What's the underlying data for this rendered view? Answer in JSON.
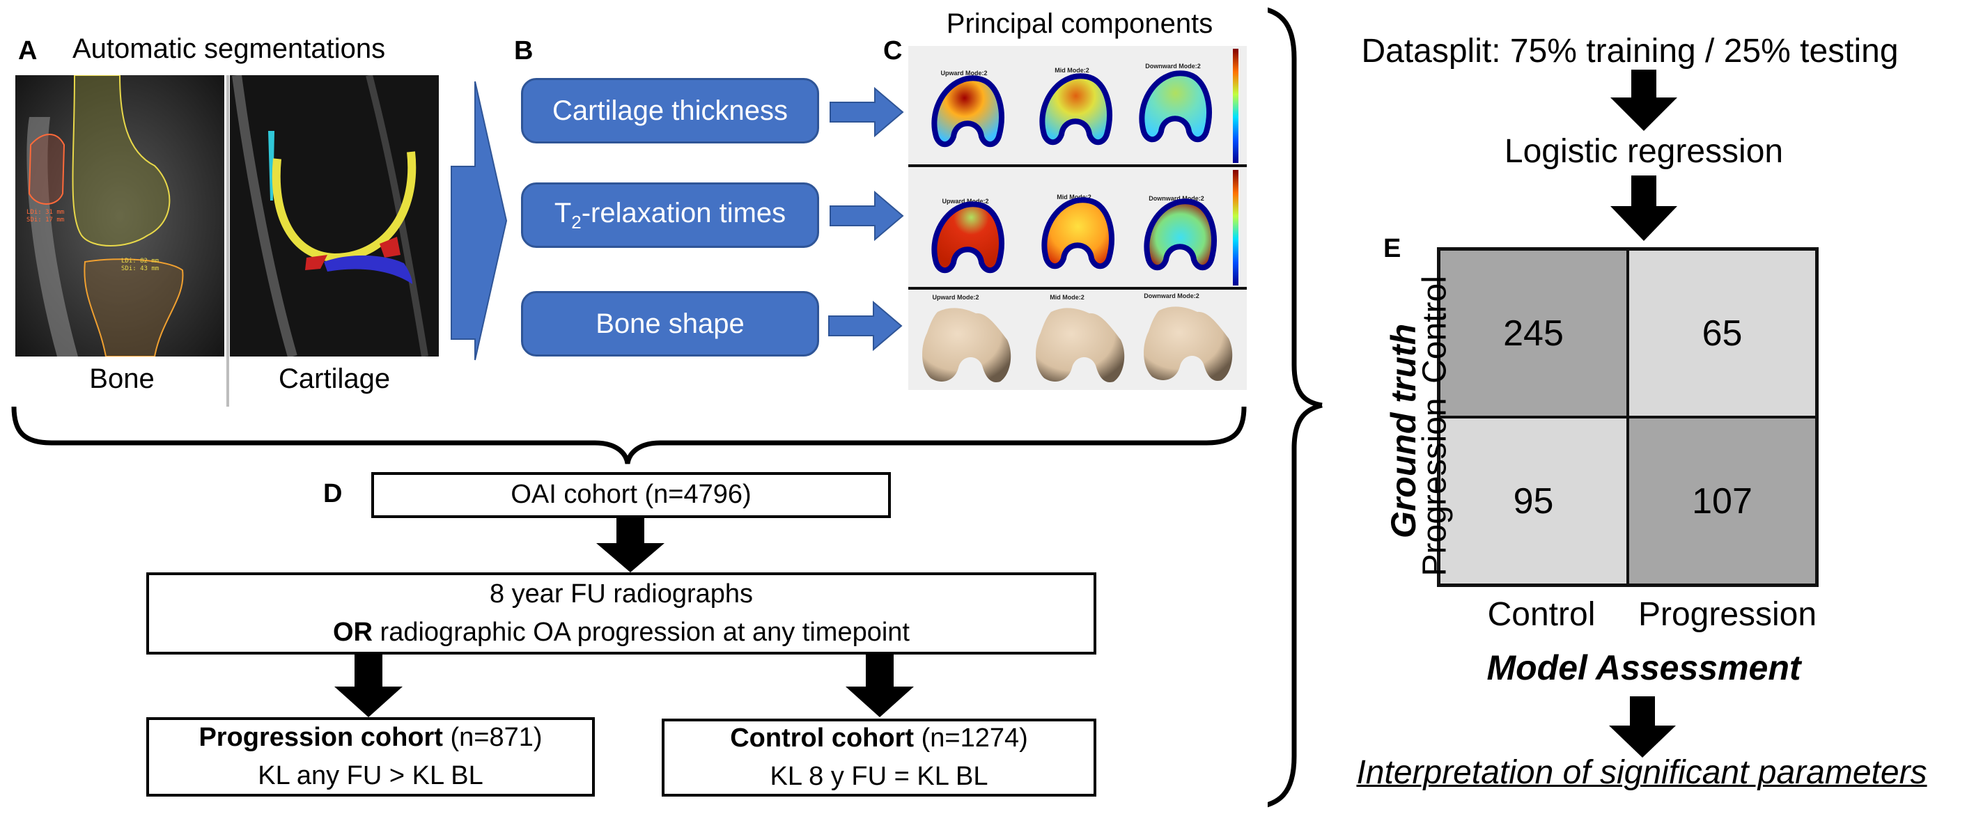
{
  "panel_a": {
    "letter": "A",
    "title": "Automatic segmentations",
    "bone_caption": "Bone",
    "cartilage_caption": "Cartilage",
    "annotations": [
      {
        "line1": "LDi: 31 mm",
        "line2": "SDi: 17 mm"
      },
      {
        "line1": "LDi: 82 mm",
        "line2": "SDi: 43 mm"
      }
    ]
  },
  "panel_b": {
    "letter": "B",
    "boxes": [
      {
        "label": "Cartilage thickness"
      },
      {
        "label_prefix": "T",
        "label_sub": "2",
        "label_suffix": "-relaxation times"
      },
      {
        "label": "Bone shape"
      }
    ],
    "colors": {
      "box_fill": "#4472c4",
      "box_border": "#2f5597"
    }
  },
  "panel_c": {
    "letter": "C",
    "title": "Principal components",
    "rows": [
      {
        "name": "cartilage-thickness",
        "modes": [
          "Upward Mode:2",
          "Mid Mode:2",
          "Downward Mode:2"
        ],
        "colorbar": true
      },
      {
        "name": "t2-relaxation",
        "modes": [
          "Upward Mode:2",
          "Mid Mode:2",
          "Downward Mode:2"
        ],
        "colorbar": true
      },
      {
        "name": "bone-shape",
        "modes": [
          "Upward Mode:2",
          "Mid Mode:2",
          "Downward Mode:2"
        ],
        "colorbar": false
      }
    ]
  },
  "panel_d": {
    "letter": "D",
    "oai_box": "OAI cohort (n=4796)",
    "criteria_line1": "8 year FU radiographs",
    "criteria_or": "OR",
    "criteria_line2_rest": " radiographic OA progression at any timepoint",
    "progression_title": "Progression cohort",
    "progression_n": " (n=871)",
    "progression_rule": "KL any FU > KL BL",
    "control_title": "Control cohort",
    "control_n": " (n=1274)",
    "control_rule": "KL 8 y FU = KL BL"
  },
  "panel_e": {
    "datasplit": "Datasplit: 75% training / 25% testing",
    "regression": "Logistic regression",
    "letter": "E",
    "ylabel": "Ground truth",
    "row_labels": [
      "Control",
      "Progression"
    ],
    "col_labels": [
      "Control",
      "Progression"
    ],
    "xlabel": "Model Assessment",
    "interpretation": "Interpretation of significant parameters",
    "matrix": [
      [
        245,
        65
      ],
      [
        95,
        107
      ]
    ],
    "colors": {
      "diag": "#a6a6a6",
      "offdiag": "#d9d9d9"
    }
  }
}
